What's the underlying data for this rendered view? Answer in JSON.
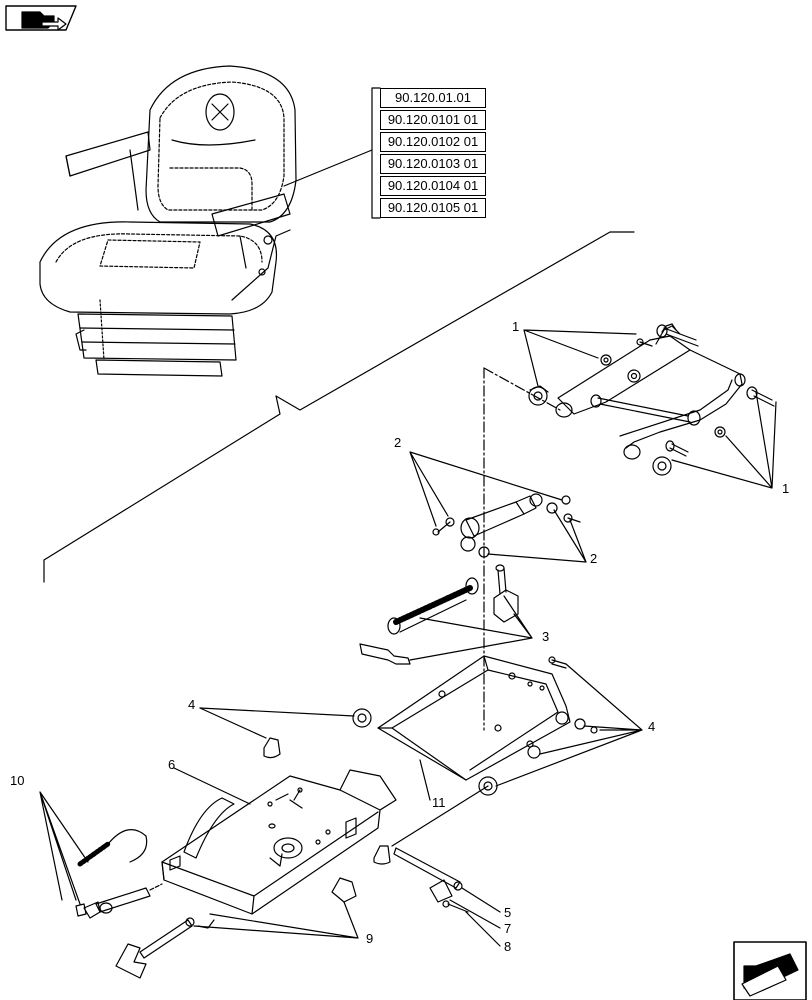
{
  "references": [
    "90.120.01.01",
    "90.120.0101 01",
    "90.120.0102 01",
    "90.120.0103 01",
    "90.120.0104 01",
    "90.120.0105 01"
  ],
  "callouts": {
    "c1a": "1",
    "c1b": "1",
    "c2a": "2",
    "c2b": "2",
    "c3": "3",
    "c4a": "4",
    "c4b": "4",
    "c5": "5",
    "c6": "6",
    "c7": "7",
    "c8": "8",
    "c9": "9",
    "c10": "10",
    "c11": "11"
  },
  "icons": {
    "top_left": "book-arrow-icon",
    "bottom_right": "next-page-arrow-icon"
  }
}
